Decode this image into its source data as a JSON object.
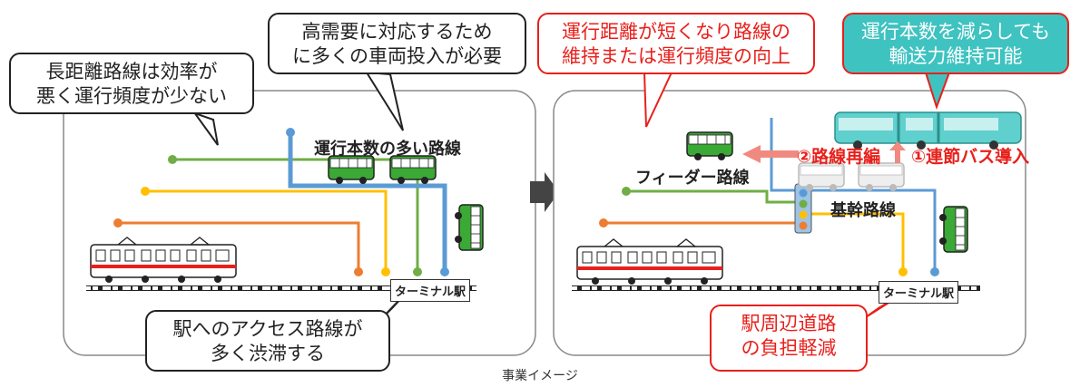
{
  "left_panel": {
    "bubble_long_distance": [
      "長距離路線は効率が",
      "悪く運行頻度が少ない"
    ],
    "bubble_high_demand": [
      "高需要に対応するため",
      "に多くの車両投入が必要"
    ],
    "bubble_access": [
      "駅へのアクセス路線が",
      "多く渋滞する"
    ],
    "label_frequent_route": "運行本数の多い路線",
    "station_label": "ターミナル駅"
  },
  "right_panel": {
    "bubble_distance": [
      "運行距離が短くなり路線の",
      "維持または運行頻度の向上"
    ],
    "bubble_reduce": [
      "運行本数を減らしても",
      "輸送力維持可能"
    ],
    "bubble_roads": [
      "駅周辺道路",
      "の負担軽減"
    ],
    "label_feeder": "フィーダー路線",
    "label_trunk": "基幹路線",
    "tag_reorg": "②路線再編",
    "tag_articulated": "①連節バス導入",
    "station_label": "ターミナル駅"
  },
  "caption": "事業イメージ",
  "colors": {
    "green_route": "#70ad47",
    "yellow_route": "#ffc000",
    "orange_route": "#ed7d31",
    "blue_route": "#5b9bd5",
    "alert_red": "#e8201b",
    "teal_bubble": "#3fc3c1",
    "bus_green": "#3aa935"
  }
}
